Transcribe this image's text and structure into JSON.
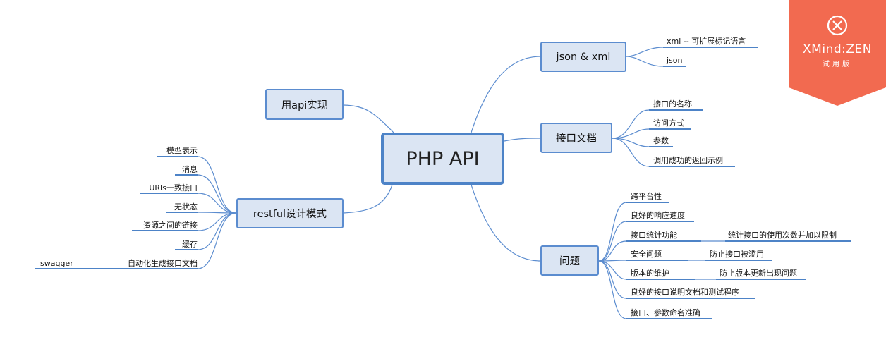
{
  "center": "PHP API",
  "branches": {
    "impl": "用api实现",
    "restful": {
      "label": "restful设计模式",
      "items": [
        "模型表示",
        "消息",
        "URIs一致接口",
        "无状态",
        "资源之间的链接",
        "缓存",
        "自动化生成接口文档"
      ],
      "sub": "swagger"
    },
    "json": {
      "label": "json & xml",
      "items": [
        "xml -- 可扩展标记语言",
        "json"
      ]
    },
    "doc": {
      "label": "接口文档",
      "items": [
        "接口的名称",
        "访问方式",
        "参数",
        "调用成功的返回示例"
      ]
    },
    "issues": {
      "label": "问题",
      "items": [
        "跨平台性",
        "良好的响应速度",
        "接口统计功能",
        "安全问题",
        "版本的维护",
        "良好的接口说明文档和测试程序",
        "接口、参数命名准确"
      ],
      "subs": [
        "统计接口的使用次数并加以限制",
        "防止接口被滥用",
        "防止版本更新出现问题"
      ]
    }
  },
  "badge": {
    "title": "XMind:ZEN",
    "subtitle": "试用版",
    "icon": "close-circle-icon",
    "color": "#f26a50"
  }
}
